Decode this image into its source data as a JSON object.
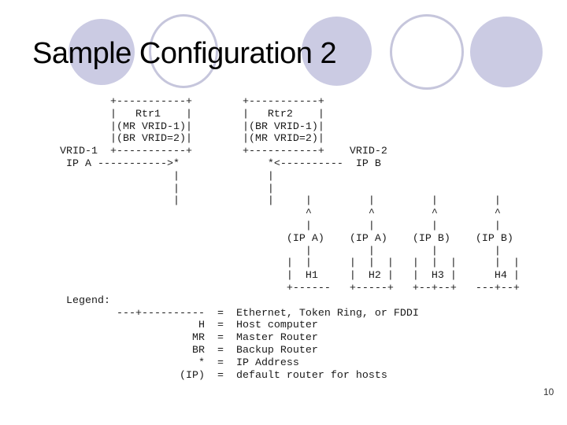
{
  "slide": {
    "title": "Sample Configuration 2",
    "page_number": "10",
    "colors": {
      "background": "#ffffff",
      "title_text": "#000000",
      "diagram_text": "#1a1a1a",
      "circle_fill": "#cbcbe3",
      "circle_outline": "#c6c6dc",
      "page_number_text": "#333333"
    },
    "diagram_lines": [
      "          +-----------+        +-----------+",
      "          |   Rtr1    |        |   Rtr2    |",
      "          |(MR VRID-1)|        |(BR VRID-1)|",
      "          |(BR VRID=2)|        |(MR VRID=2)|",
      "  VRID-1  +-----------+        +-----------+    VRID-2",
      "   IP A ----------->*              *<----------  IP B",
      "                    |              |",
      "                    |              |",
      "                    |              |     |         |         |         |",
      "                                         ^         ^         ^         ^",
      "                                         |         |         |         |",
      "                                      (IP A)    (IP A)    (IP B)    (IP B)",
      "                                         |         |         |         |",
      "                                      |  |      |  |  |   |  |  |      |  |",
      "                                      |  H1     |  H2 |   |  H3 |      H4 |",
      "                                      +------   +-----+   +--+--+   ---+--+"
    ],
    "legend_lines": [
      "   Legend:",
      "           ---+----------  =  Ethernet, Token Ring, or FDDI",
      "                        H  =  Host computer",
      "                       MR  =  Master Router",
      "                       BR  =  Backup Router",
      "                        *  =  IP Address",
      "                     (IP)  =  default router for hosts"
    ],
    "legend_entries": [
      {
        "symbol": "---+----------",
        "meaning": "Ethernet, Token Ring, or FDDI"
      },
      {
        "symbol": "H",
        "meaning": "Host computer"
      },
      {
        "symbol": "MR",
        "meaning": "Master Router"
      },
      {
        "symbol": "BR",
        "meaning": "Backup Router"
      },
      {
        "symbol": "*",
        "meaning": "IP Address"
      },
      {
        "symbol": "(IP)",
        "meaning": "default router for hosts"
      }
    ],
    "network": {
      "routers": [
        {
          "name": "Rtr1",
          "roles": [
            "MR VRID-1",
            "BR VRID=2"
          ],
          "vrid_label": "VRID-1",
          "address": "IP A"
        },
        {
          "name": "Rtr2",
          "roles": [
            "BR VRID-1",
            "MR VRID=2"
          ],
          "vrid_label": "VRID-2",
          "address": "IP B"
        }
      ],
      "hosts": [
        "H1",
        "H2",
        "H3",
        "H4"
      ],
      "host_default_routers": [
        "(IP A)",
        "(IP A)",
        "(IP B)",
        "(IP B)"
      ]
    }
  }
}
